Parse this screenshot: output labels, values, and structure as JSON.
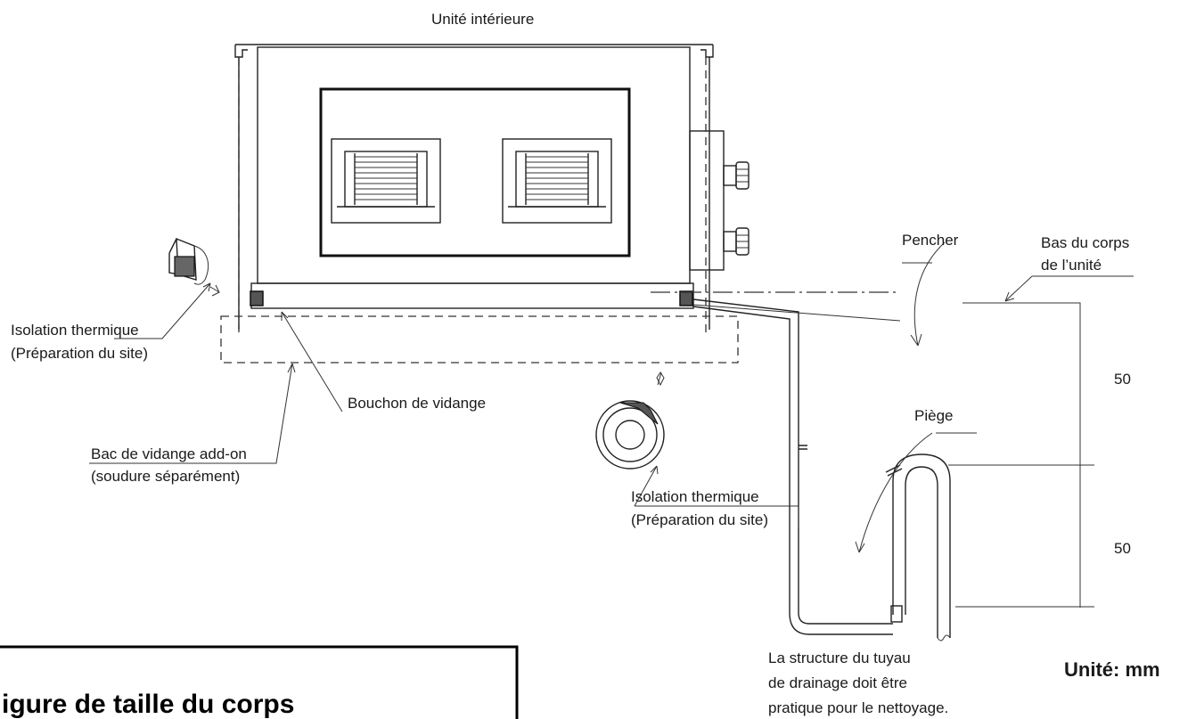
{
  "labels": {
    "indoor_unit": "Unité intérieure",
    "insulation_left_1": "Isolation thermique",
    "insulation_left_2": "(Préparation du site)",
    "drain_plug": "Bouchon de vidange",
    "addon_pan_1": "Bac de vidange add-on",
    "addon_pan_2": "(soudure séparément)",
    "insulation_pipe_1": "Isolation thermique",
    "insulation_pipe_2": "(Préparation du site)",
    "tilt": "Pencher",
    "unit_bottom_1": "Bas du corps",
    "unit_bottom_2": "de l’unité",
    "trap": "Piège",
    "drain_note_1": "La structure du tuyau",
    "drain_note_2": "de drainage doit être",
    "drain_note_3": "pratique pour le nettoyage."
  },
  "dimensions": {
    "upper": "50",
    "lower": "50",
    "unit": "Unité: mm"
  },
  "title": "igure de taille du corps"
}
